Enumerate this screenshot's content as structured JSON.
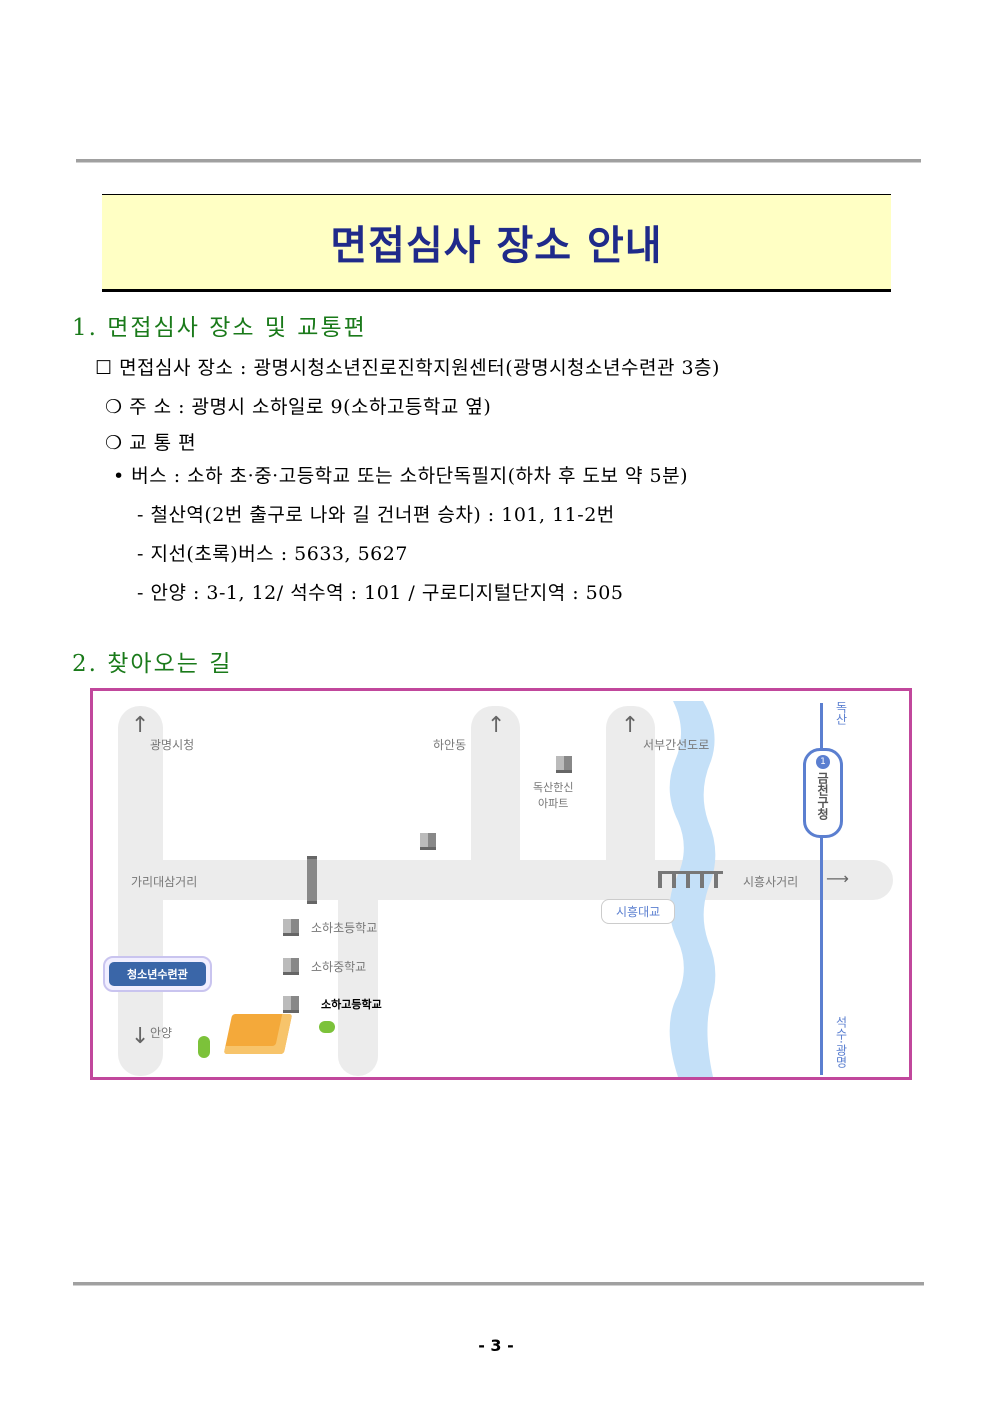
{
  "title": "면접심사 장소 안내",
  "section1": {
    "heading": "1. 면접심사 장소 및 교통편",
    "venue": "☐ 면접심사 장소 : 광명시청소년진로진학지원센터(광명시청소년수련관 3층)",
    "address": "❍ 주 소 : 광명시 소하일로 9(소하고등학교 옆)",
    "transport_heading": "❍ 교 통 편",
    "bus": "• 버스 : 소하 초·중·고등학교 또는 소하단독필지(하차 후 도보 약 5분)",
    "routes": [
      "- 철산역(2번 출구로 나와 길 건너편 승차) : 101, 11-2번",
      "- 지선(초록)버스 : 5633, 5627",
      "- 안양 : 3-1, 12/ 석수역 : 101 / 구로디지털단지역 : 505"
    ]
  },
  "section2": {
    "heading": "2. 찾아오는 길"
  },
  "map": {
    "labels": {
      "gwangmyeong_cityhall": "광명시청",
      "haan_dong": "하안동",
      "seobu_road": "서부간선도로",
      "doksan_apt": "독산한신\n아파트",
      "gari_intersection": "가리대삼거리",
      "siheung_intersection": "시흥사거리",
      "siheung_bridge": "시흥대교",
      "elementary": "소하초등학교",
      "middle": "소하중학교",
      "high": "소하고등학교",
      "youth_center": "청소년수련관",
      "anyang": "안양",
      "station": "금천구청",
      "station_line": "1",
      "north": "독산",
      "south": "석수·광명"
    },
    "colors": {
      "border": "#c1479c",
      "river": "#c4e0f8",
      "subway": "#5b7fd0",
      "callout": "#3a66a8"
    }
  },
  "page_number": "- 3 -"
}
